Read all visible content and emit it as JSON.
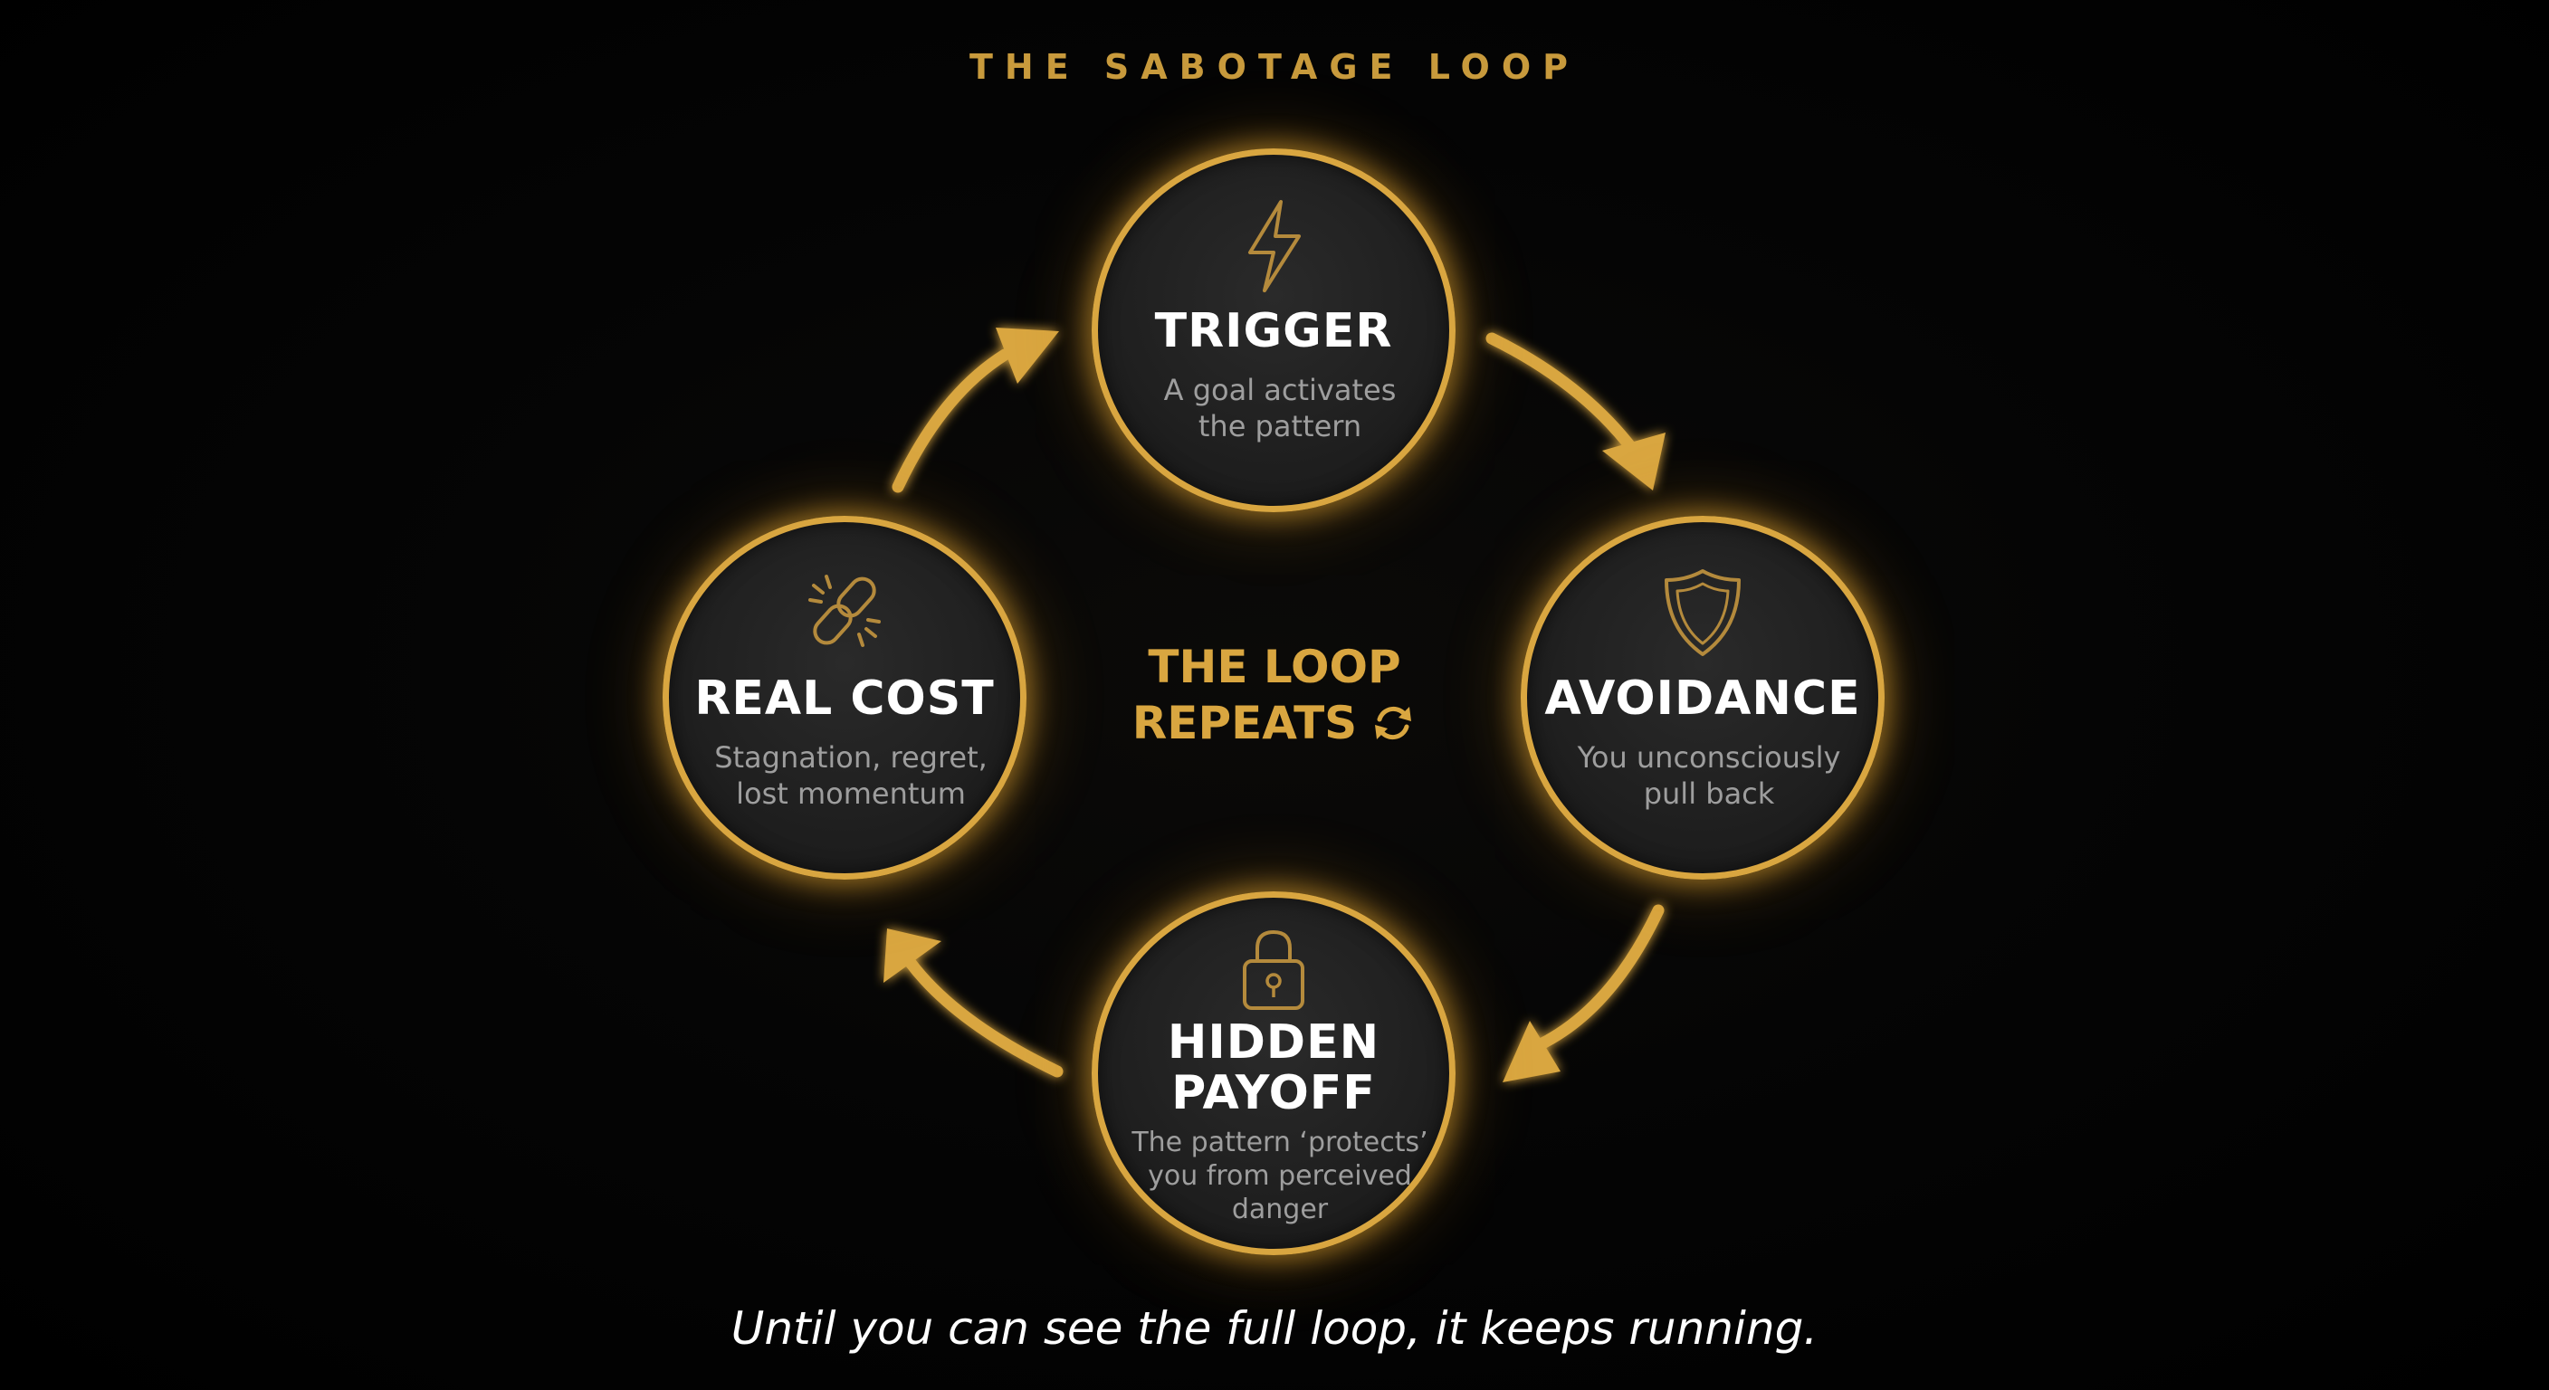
{
  "title": "THE SABOTAGE LOOP",
  "center": {
    "line1": "THE LOOP",
    "line2": "REPEATS"
  },
  "nodes": [
    {
      "id": "trigger",
      "title": "TRIGGER",
      "desc_lines": [
        "A goal activates",
        "the pattern"
      ],
      "icon": "lightning-icon"
    },
    {
      "id": "avoidance",
      "title": "AVOIDANCE",
      "desc_lines": [
        "You unconsciously",
        "pull back"
      ],
      "icon": "shield-icon"
    },
    {
      "id": "hidden-payoff",
      "title_lines": [
        "HIDDEN",
        "PAYOFF"
      ],
      "desc_lines": [
        "The pattern ‘protects’",
        "you from perceived",
        "danger"
      ],
      "icon": "lock-icon"
    },
    {
      "id": "real-cost",
      "title": "REAL COST",
      "desc_lines": [
        "Stagnation, regret,",
        "lost momentum"
      ],
      "icon": "broken-chain-icon"
    }
  ],
  "caption": "Until you can see the full loop, it keeps running.",
  "colors": {
    "accent": "#d9a640",
    "title_gold": "#c89a3c",
    "node_fill": "#1d1d1d",
    "desc_gray": "#9e9e9e",
    "background": "#000000"
  }
}
